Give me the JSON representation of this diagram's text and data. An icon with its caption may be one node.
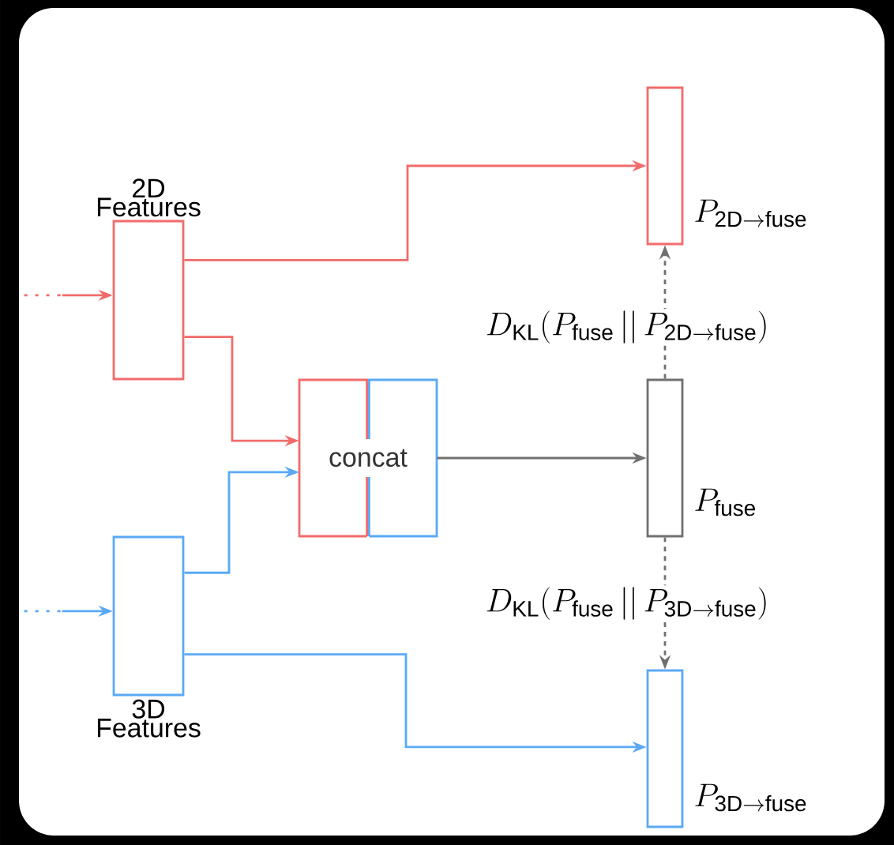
{
  "diagram": {
    "nodes": [
      {
        "text": [
          "2D Features"
        ]
      },
      {
        "text": [
          "3D Features"
        ]
      },
      {
        "text": [
          "concat"
        ]
      },
      {
        "text": [],
        "shape": "bar",
        "beside": [
          "P_{\\mathrm{2D}\\rightarrow\\mathrm{fuse}}"
        ]
      },
      {
        "text": [],
        "shape": "bar",
        "beside": [
          "P_{\\mathrm{fuse}}"
        ]
      },
      {
        "text": [],
        "shape": "bar",
        "beside": [
          "P_{\\mathrm{3D}\\rightarrow\\mathrm{fuse}}"
        ]
      }
    ],
    "edges": [
      {
        "from": null,
        "to": 0,
        "arrow": "to",
        "color": "#f26b6b"
      },
      {
        "from": null,
        "to": 1,
        "arrow": "to",
        "color": "#5aa9f5"
      },
      {
        "from": 0,
        "to": 3,
        "arrow": "to",
        "color": "#f26b6b"
      },
      {
        "from": 0,
        "to": 2,
        "arrow": "to",
        "color": "#f26b6b"
      },
      {
        "from": 1,
        "to": 2,
        "arrow": "to",
        "color": "#5aa9f5"
      },
      {
        "from": 1,
        "to": 5,
        "arrow": "to",
        "color": "#5aa9f5"
      },
      {
        "from": 2,
        "to": 4,
        "arrow": "to",
        "color": "#707070"
      },
      {
        "from": 4,
        "to": 3,
        "arrow": "to",
        "style": "dashed",
        "color": "#707070",
        "label": "D_{\\mathrm{KL}}(P_{\\mathrm{fuse}}\\,||\\,P_{\\mathrm{2D}\\rightarrow\\mathrm{fuse}})"
      },
      {
        "from": 4,
        "to": 5,
        "arrow": "to",
        "style": "dashed",
        "color": "#707070",
        "label": "D_{\\mathrm{KL}}(P_{\\mathrm{fuse}}\\,||\\,P_{\\mathrm{3D}\\rightarrow\\mathrm{fuse}})"
      }
    ]
  }
}
